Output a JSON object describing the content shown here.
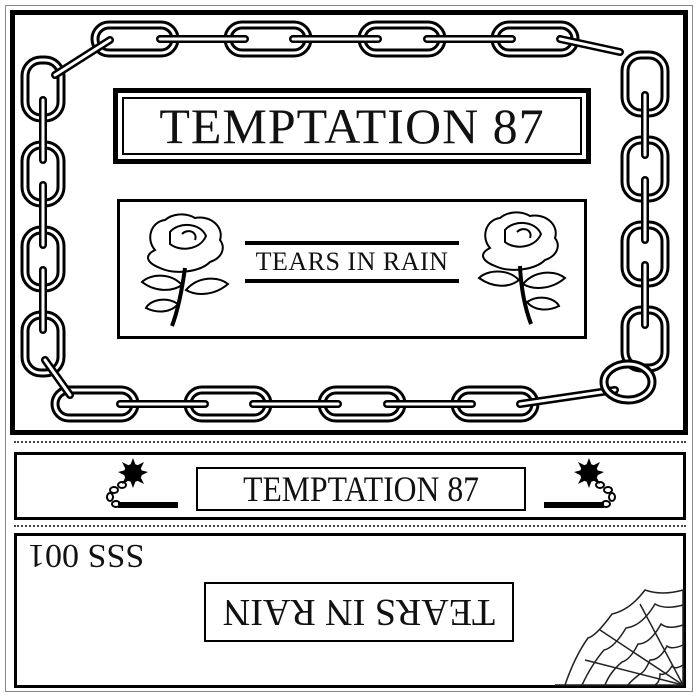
{
  "top_panel": {
    "title": "TEMPTATION 87",
    "subtitle": "TEARS IN RAIN",
    "decorations": [
      "chain-frame",
      "rose-left-icon",
      "rose-right-icon"
    ]
  },
  "middle_panel": {
    "title": "TEMPTATION 87",
    "decorations": [
      "ball-and-chain-left-icon",
      "ball-and-chain-right-icon"
    ]
  },
  "bottom_panel": {
    "code": "SSS 001",
    "title": "TEARS IN RAIN",
    "orientation": "rotated 180deg",
    "decorations": [
      "spider-web-icon"
    ]
  },
  "colors": {
    "ink": "#000000",
    "paper": "#ffffff",
    "frame_line": "#888888"
  }
}
